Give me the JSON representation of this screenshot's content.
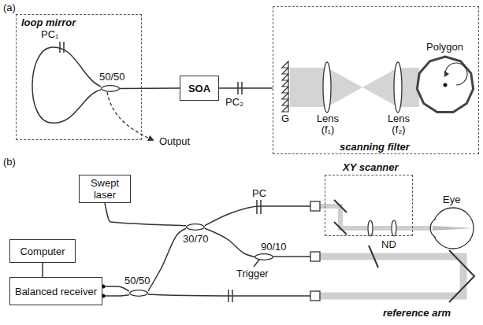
{
  "diagram": {
    "nodes": [
      {
        "text": [
          "loop mirror"
        ]
      },
      {
        "text": [
          "50/50"
        ],
        "in": 0
      },
      {
        "text": [
          "SOA"
        ]
      },
      {
        "text": [
          "scanning filter"
        ]
      },
      {
        "text": [
          "Polygon"
        ],
        "in": 3
      },
      {
        "text": [
          "Swept laser"
        ]
      },
      {
        "text": [
          "30/70"
        ]
      },
      {
        "text": [
          "XY scanner"
        ]
      },
      {
        "text": [
          "90/10"
        ]
      },
      {
        "text": [
          "Computer"
        ]
      },
      {
        "text": [
          "Balanced receiver"
        ]
      },
      {
        "text": [
          "50/50"
        ]
      }
    ],
    "edges": [
      {
        "from": 1,
        "to": 2,
        "arrow": "none"
      },
      {
        "from": 2,
        "to": 3,
        "arrow": "none"
      },
      {
        "from": 5,
        "to": 6,
        "arrow": "none"
      },
      {
        "from": 6,
        "to": 7,
        "arrow": "none"
      },
      {
        "from": 6,
        "to": 8,
        "arrow": "none"
      },
      {
        "from": 11,
        "to": 6,
        "arrow": "none"
      },
      {
        "from": 9,
        "to": 10,
        "arrow": "none"
      },
      {
        "from": 10,
        "to": 11,
        "arrow": "none"
      },
      {
        "from": 10,
        "to": 11,
        "arrow": "none"
      }
    ],
    "labels": [
      "(a)",
      "PC₁",
      "Output",
      "PC₂",
      "G",
      "Lens (f₁)",
      "Lens (f₂)",
      "(b)",
      "PC",
      "Eye",
      "Trigger",
      "ND",
      "reference arm"
    ]
  }
}
